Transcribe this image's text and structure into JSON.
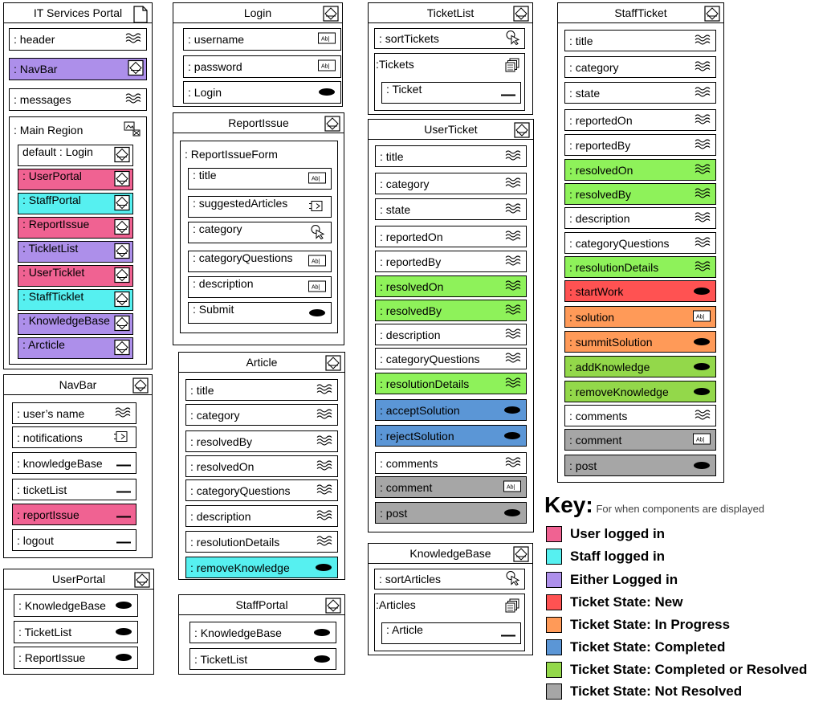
{
  "colors": {
    "user": "#f06292",
    "staff": "#56f0f0",
    "either": "#ad8fea",
    "new": "#ff5252",
    "progress": "#ff9a58",
    "completed": "#5b96d6",
    "resolved": "#93d84a",
    "not_resolved": "#a6a6a6",
    "resolved_bright": "#8ef25a",
    "white": "#ffffff"
  },
  "boxes": {
    "portal": {
      "title": "IT Services Portal",
      "items": [
        ": header",
        ": NavBar",
        ": messages"
      ],
      "main_region": ": Main Region",
      "main_items": [
        "default : Login",
        ": UserPortal",
        ": StaffPortal",
        ": ReportIssue",
        ": TickletList",
        ": UserTicklet",
        ": StaffTicklet",
        ": KnowledgeBase",
        ": Arcticle"
      ]
    },
    "navbar": {
      "title": "NavBar",
      "items": [
        ": user’s name",
        ": notifications",
        ": knowledgeBase",
        ": ticketList",
        ": reportIssue",
        ": logout"
      ]
    },
    "userportal": {
      "title": "UserPortal",
      "items": [
        ": KnowledgeBase",
        ": TicketList",
        ": ReportIssue"
      ]
    },
    "login": {
      "title": "Login",
      "items": [
        ": username",
        ": password",
        ": Login"
      ]
    },
    "reportissue": {
      "title": "ReportIssue",
      "form": ": ReportIssueForm",
      "items": [
        ": title",
        ": suggestedArticles",
        ": category",
        ": categoryQuestions",
        ": description",
        ": Submit"
      ]
    },
    "article": {
      "title": "Article",
      "items": [
        ": title",
        ": category",
        ": resolvedBy",
        ": resolvedOn",
        ": categoryQuestions",
        ": description",
        ": resolutionDetails",
        ": removeKnowledge"
      ]
    },
    "staffportal": {
      "title": "StaffPortal",
      "items": [
        ": KnowledgeBase",
        ": TicketList"
      ]
    },
    "ticketlist": {
      "title": "TicketList",
      "sort": ": sortTickets",
      "list": ":Tickets",
      "entry": ": Ticket"
    },
    "userticket": {
      "title": "UserTicket",
      "items": [
        ": title",
        ": category",
        ": state",
        ": reportedOn",
        ": reportedBy",
        ": resolvedOn",
        ": resolvedBy",
        ": description",
        ": categoryQuestions",
        ": resolutionDetails",
        ": acceptSolution",
        ": rejectSolution",
        ": comments",
        ": comment",
        ": post"
      ]
    },
    "knowledgebase": {
      "title": "KnowledgeBase",
      "sort": ": sortArticles",
      "list": ":Articles",
      "entry": ": Article"
    },
    "staffticket": {
      "title": "StaffTicket",
      "items": [
        ": title",
        ": category",
        ": state",
        ": reportedOn",
        ": reportedBy",
        ": resolvedOn",
        ": resolvedBy",
        ": description",
        ": categoryQuestions",
        ": resolutionDetails",
        ": startWork",
        ": solution",
        ": summitSolution",
        ": addKnowledge",
        ": removeKnowledge",
        ": comments",
        ": comment",
        ": post"
      ]
    }
  },
  "key": {
    "title": "Key:",
    "subtitle": "For when components are displayed",
    "entries": [
      {
        "label": "User logged in",
        "color": "#f06292"
      },
      {
        "label": "Staff logged in",
        "color": "#56f0f0"
      },
      {
        "label": "Either Logged in",
        "color": "#ad8fea"
      },
      {
        "label": "Ticket State: New",
        "color": "#ff5252"
      },
      {
        "label": "Ticket State: In Progress",
        "color": "#ff9a58"
      },
      {
        "label": "Ticket State: Completed",
        "color": "#5b96d6"
      },
      {
        "label": "Ticket State: Completed or Resolved",
        "color": "#93d84a"
      },
      {
        "label": "Ticket State: Not Resolved",
        "color": "#a6a6a6"
      }
    ]
  }
}
